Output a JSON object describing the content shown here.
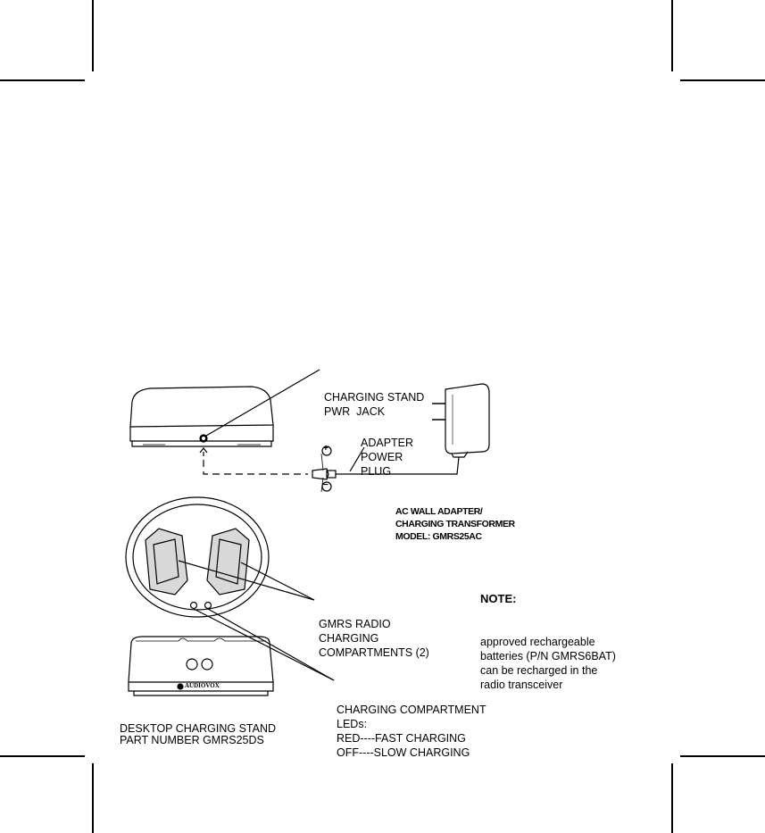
{
  "labels": {
    "pwr_jack": [
      "CHARGING STAND",
      "PWR  JACK"
    ],
    "adapter_plug": [
      "ADAPTER",
      "POWER",
      "PLUG"
    ],
    "plus_sign": "+",
    "minus_sign": "−",
    "ac_adapter": [
      "AC WALL ADAPTER/",
      "CHARGING TRANSFORMER",
      "MODEL: GMRS25AC"
    ],
    "compartments": [
      "GMRS RADIO",
      "CHARGING",
      "COMPARTMENTS (2)"
    ],
    "note_title": "NOTE:",
    "note_lines": [
      "approved rechargeable",
      "batteries (P/N GMRS6BAT)",
      "can be recharged in the",
      "radio transceiver"
    ],
    "leds": [
      "CHARGING COMPARTMENT",
      "LEDs:",
      "RED----FAST CHARGING",
      "OFF----SLOW CHARGING"
    ],
    "stand": [
      "DESKTOP CHARGING STAND",
      "PART NUMBER GMRS25DS"
    ],
    "brand": "AUDIOVOX"
  }
}
